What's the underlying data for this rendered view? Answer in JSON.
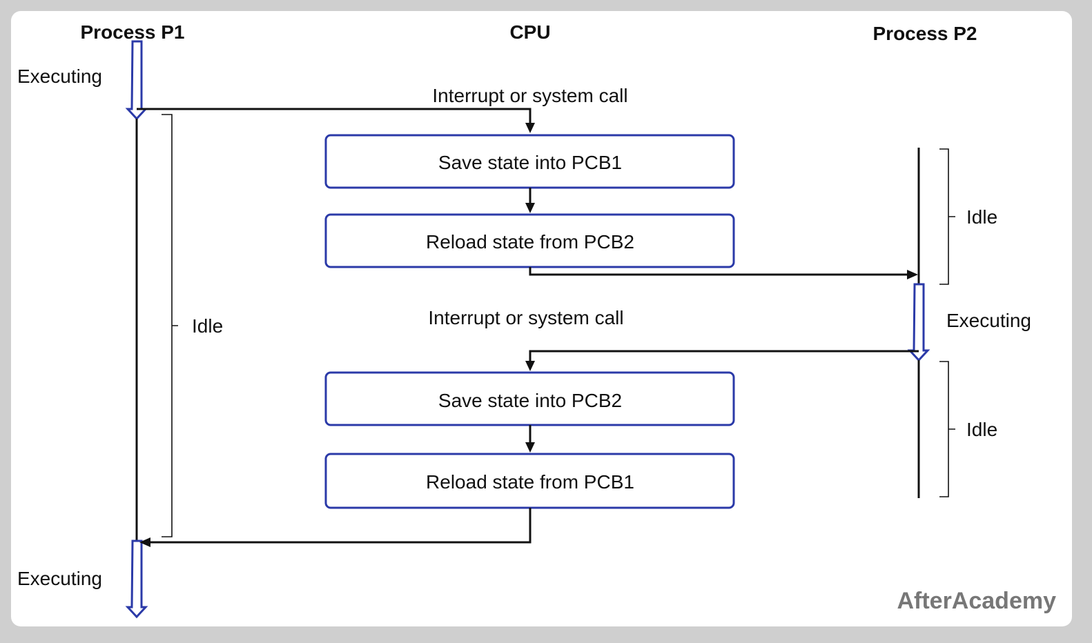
{
  "columns": {
    "p1": "Process P1",
    "cpu": "CPU",
    "p2": "Process P2"
  },
  "labels": {
    "executing": "Executing",
    "idle": "Idle",
    "interrupt": "Interrupt or system call"
  },
  "boxes": {
    "save1": "Save state into PCB1",
    "reload2": "Reload state from PCB2",
    "save2": "Save state into PCB2",
    "reload1": "Reload state from PCB1"
  },
  "brand": "AfterAcademy",
  "colors": {
    "box_border": "#2b3aa8",
    "background": "#cfcfcf",
    "brand": "#777777"
  }
}
